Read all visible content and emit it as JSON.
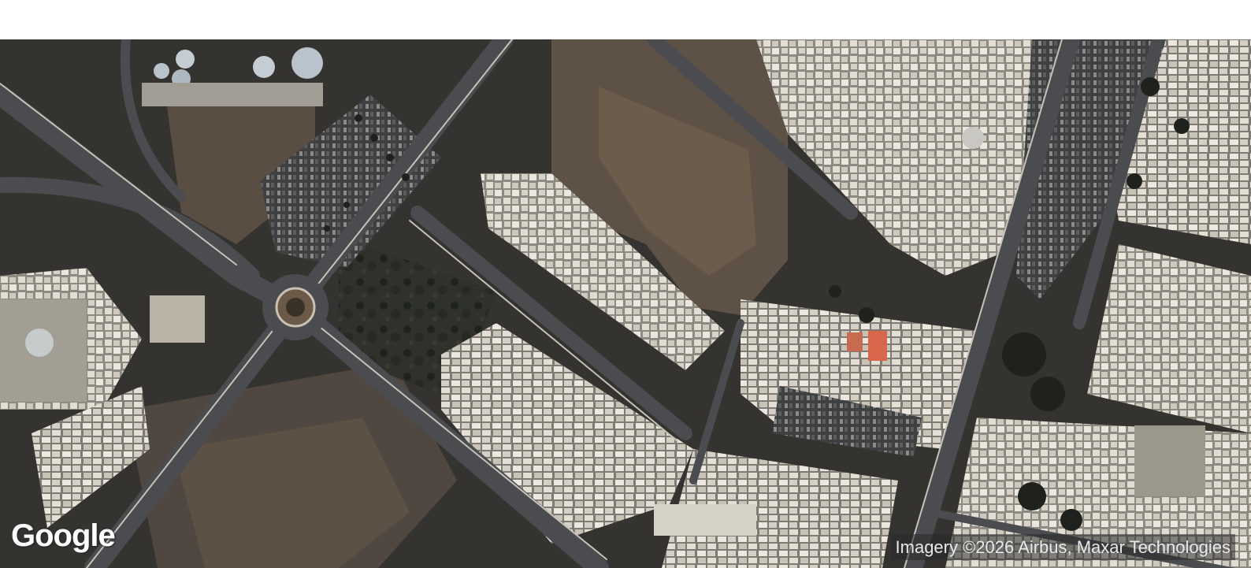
{
  "map": {
    "type": "satellite",
    "logo_text": "Google",
    "attribution": "Imagery ©2026 Airbus, Maxar Technologies"
  }
}
